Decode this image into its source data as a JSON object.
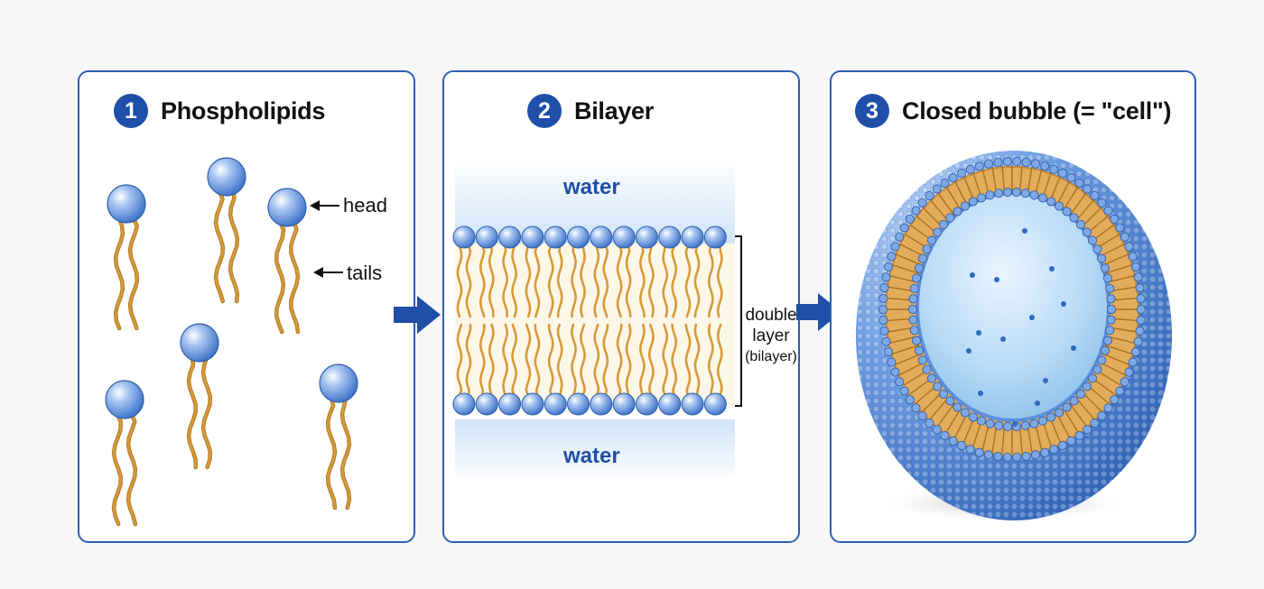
{
  "panels": [
    {
      "number": "1",
      "title": "Phospholipids"
    },
    {
      "number": "2",
      "title": "Bilayer"
    },
    {
      "number": "3",
      "title": "Closed bubble (= \"cell\")"
    }
  ],
  "annotations": {
    "head": "head",
    "tails": "tails",
    "water_top": "water",
    "water_bottom": "water",
    "bilayer_line1": "double",
    "bilayer_line2": "layer",
    "bilayer_line3": "(bilayer)"
  },
  "colors": {
    "accent": "#1f4fa8",
    "border": "#2b5fb3",
    "head": "#6f9de0",
    "tail": "#d79a3a"
  }
}
